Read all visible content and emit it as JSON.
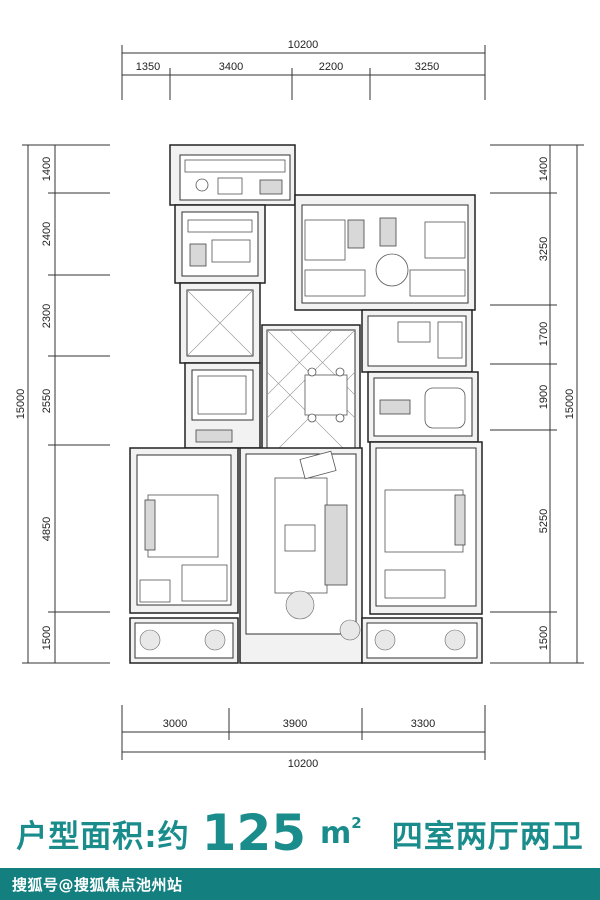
{
  "dimensions": {
    "top_total": "10200",
    "top_segments": [
      "1350",
      "3400",
      "2200",
      "3250"
    ],
    "bottom_total": "10200",
    "bottom_segments": [
      "3000",
      "3900",
      "3300"
    ],
    "left_total": "15000",
    "left_segments": [
      "1400",
      "2400",
      "2300",
      "2550",
      "4850",
      "1500"
    ],
    "right_total": "15000",
    "right_segments": [
      "1400",
      "3250",
      "1700",
      "1900",
      "5250",
      "1500"
    ]
  },
  "caption": {
    "area_label": "户型面积:约",
    "area_value": "125",
    "area_unit": "m",
    "area_unit_sup": "2",
    "layout": "四室两厅两卫"
  },
  "footer": {
    "watermark": "搜狐号@搜狐焦点池州站"
  },
  "colors": {
    "accent": "#1a8c8c",
    "footer_bg": "#137f7f"
  }
}
